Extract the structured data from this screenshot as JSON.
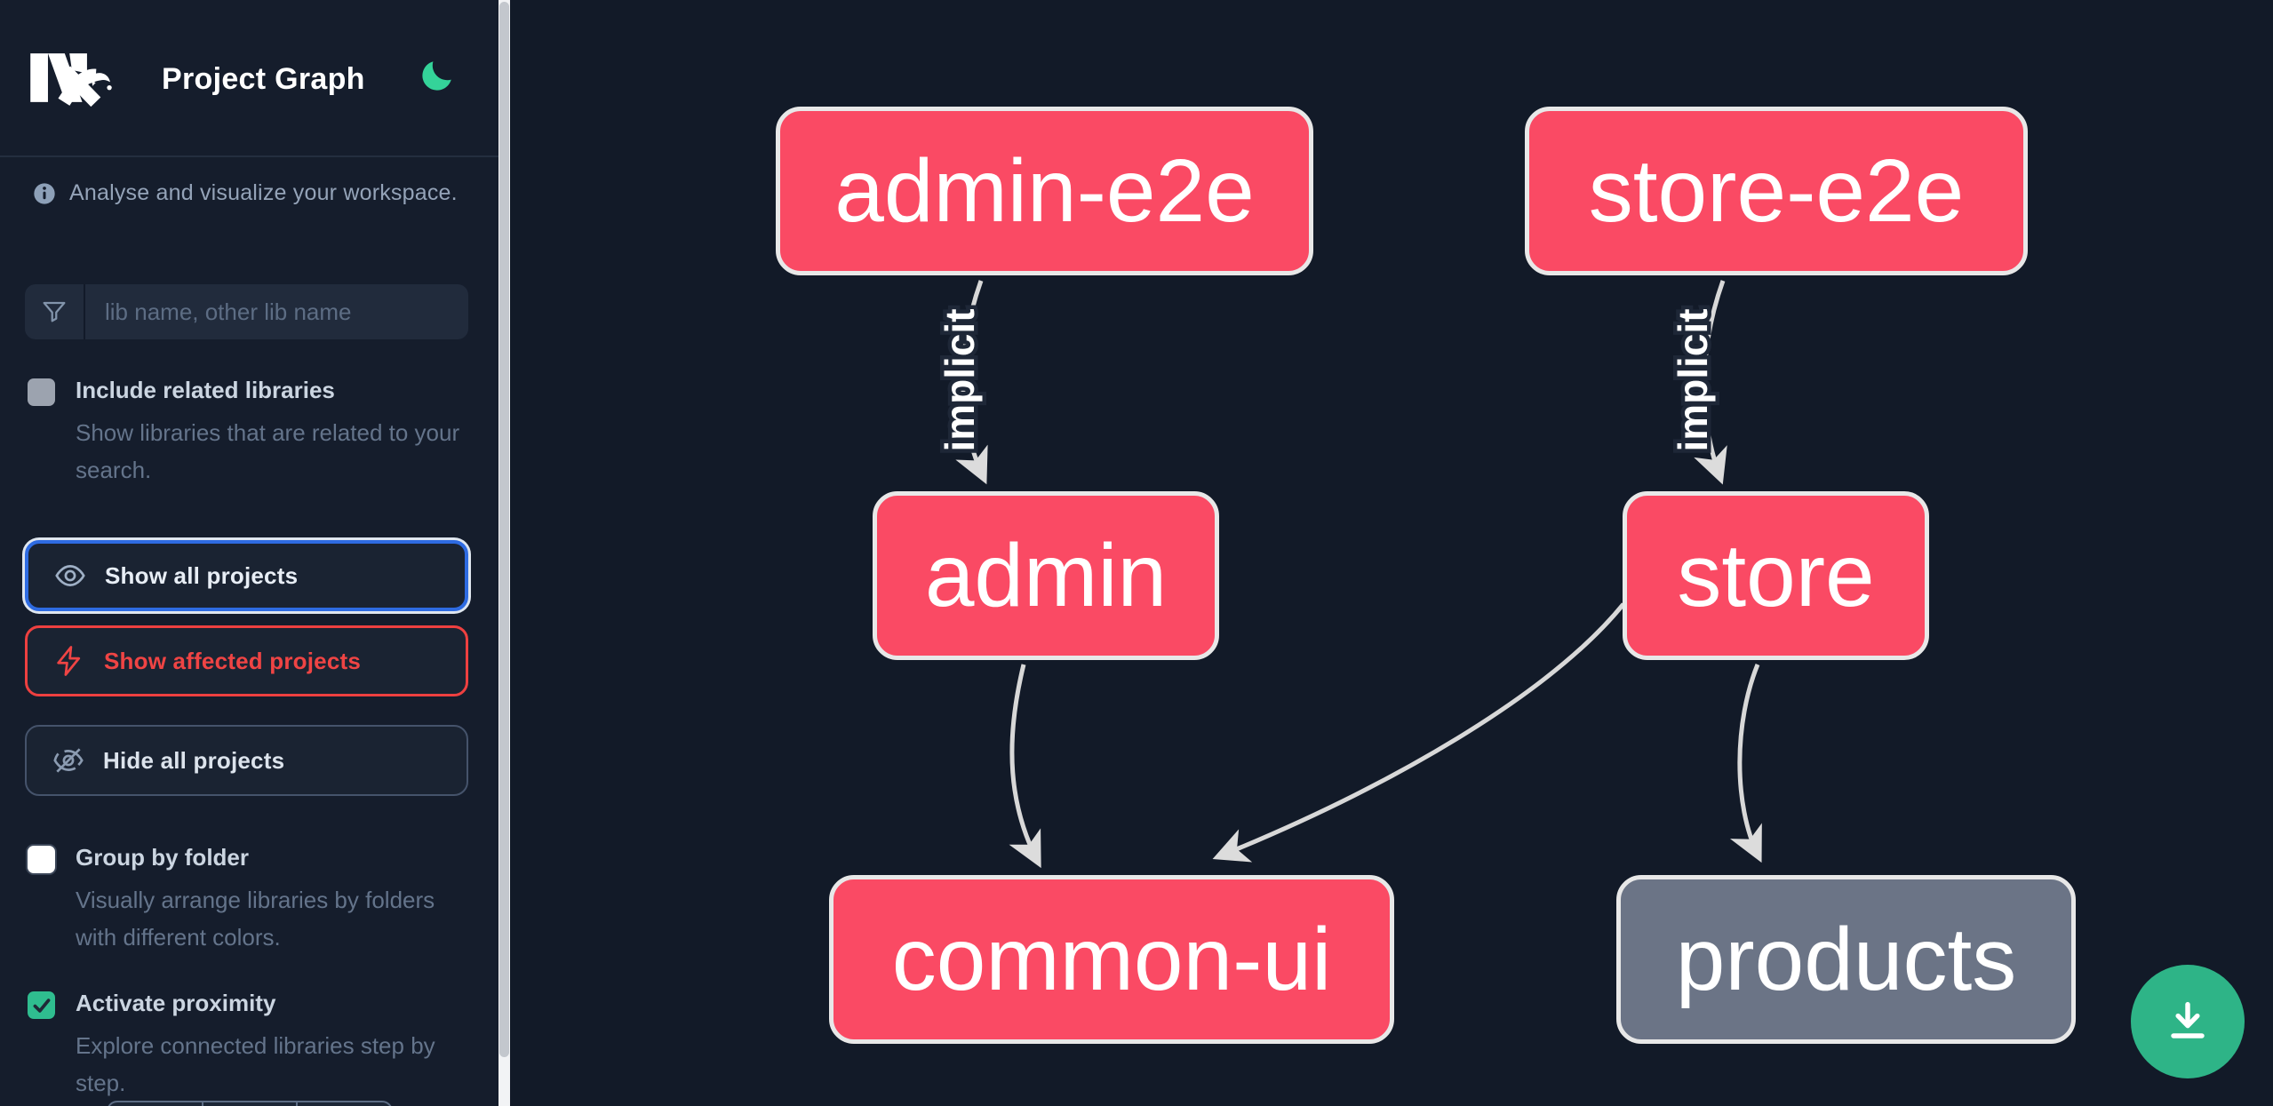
{
  "header": {
    "logo_text": "Nx",
    "title": "Project Graph"
  },
  "sidebar": {
    "tagline": "Analyse and visualize your workspace.",
    "search": {
      "placeholder": "lib name, other lib name"
    },
    "toggles": [
      {
        "label": "Include related libraries",
        "description": "Show libraries that are related to your search.",
        "checked": false
      },
      {
        "label": "Group by folder",
        "description": "Visually arrange libraries by folders with different colors.",
        "checked": false
      },
      {
        "label": "Activate proximity",
        "description": "Explore connected libraries step by step.",
        "checked": true
      }
    ],
    "buttons": [
      {
        "label": "Show all projects",
        "icon": "eye-icon",
        "state": "focused"
      },
      {
        "label": "Show affected projects",
        "icon": "bolt-icon",
        "state": "affected"
      },
      {
        "label": "Hide all projects",
        "icon": "eye-off-icon",
        "state": "default"
      }
    ]
  },
  "graph": {
    "nodes": [
      {
        "id": "admin-e2e",
        "label": "admin-e2e",
        "highlighted": true
      },
      {
        "id": "store-e2e",
        "label": "store-e2e",
        "highlighted": true
      },
      {
        "id": "admin",
        "label": "admin",
        "highlighted": true
      },
      {
        "id": "store",
        "label": "store",
        "highlighted": true
      },
      {
        "id": "common-ui",
        "label": "common-ui",
        "highlighted": true
      },
      {
        "id": "products",
        "label": "products",
        "highlighted": false
      }
    ],
    "edges": [
      {
        "source": "admin-e2e",
        "target": "admin",
        "label": "implicit"
      },
      {
        "source": "store-e2e",
        "target": "store",
        "label": "implicit"
      },
      {
        "source": "admin",
        "target": "common-ui",
        "label": ""
      },
      {
        "source": "store",
        "target": "common-ui",
        "label": ""
      },
      {
        "source": "store",
        "target": "products",
        "label": ""
      }
    ]
  },
  "fab": {
    "icon": "download-icon"
  },
  "colors": {
    "node_highlight": "#fa4a64",
    "node_dim": "#6b7486",
    "edge": "#d8d8d8",
    "accent_green": "#34d399",
    "focus_blue": "#2e6be2",
    "affected_red": "#ef4444",
    "sidebar_bg": "#151d2c",
    "graph_bg": "#121a28"
  }
}
